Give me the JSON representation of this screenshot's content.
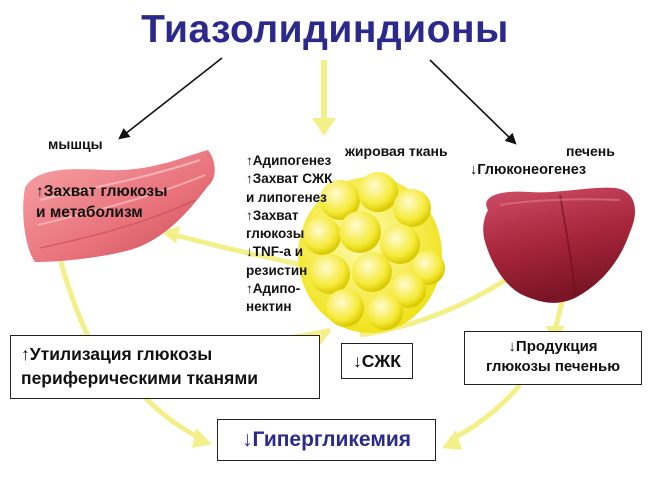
{
  "title": "Тиазолидиндионы",
  "organs": {
    "muscle": {
      "label": "мышцы",
      "effect": [
        "↑Захват глюкозы",
        "и метаболизм"
      ]
    },
    "fat": {
      "label": "жировая ткань",
      "effects": [
        "↑Адипогенез",
        "↑Захват СЖК",
        "и липогенез",
        "↑Захват",
        "глюкозы",
        "↓TNF-а и",
        "резистин",
        "↑Адипо-",
        "нектин"
      ]
    },
    "liver": {
      "label": "печень",
      "effect": "↓Глюконеогенез"
    }
  },
  "boxes": {
    "utilization": [
      "↑Утилизация глюкозы",
      "периферическими тканями"
    ],
    "ffa": "↓СЖК",
    "liver_output": [
      "↓Продукция",
      "глюкозы печенью"
    ],
    "hyperglycemia": "↓Гипергликемия"
  },
  "colors": {
    "title": "#2b2a8c",
    "arrow_yellow": "#f3f08a",
    "muscle": "#e9747c",
    "fat": "#f4ee2e",
    "liver": "#a8253a",
    "hyperglycemia_text": "#2b2a8c"
  }
}
